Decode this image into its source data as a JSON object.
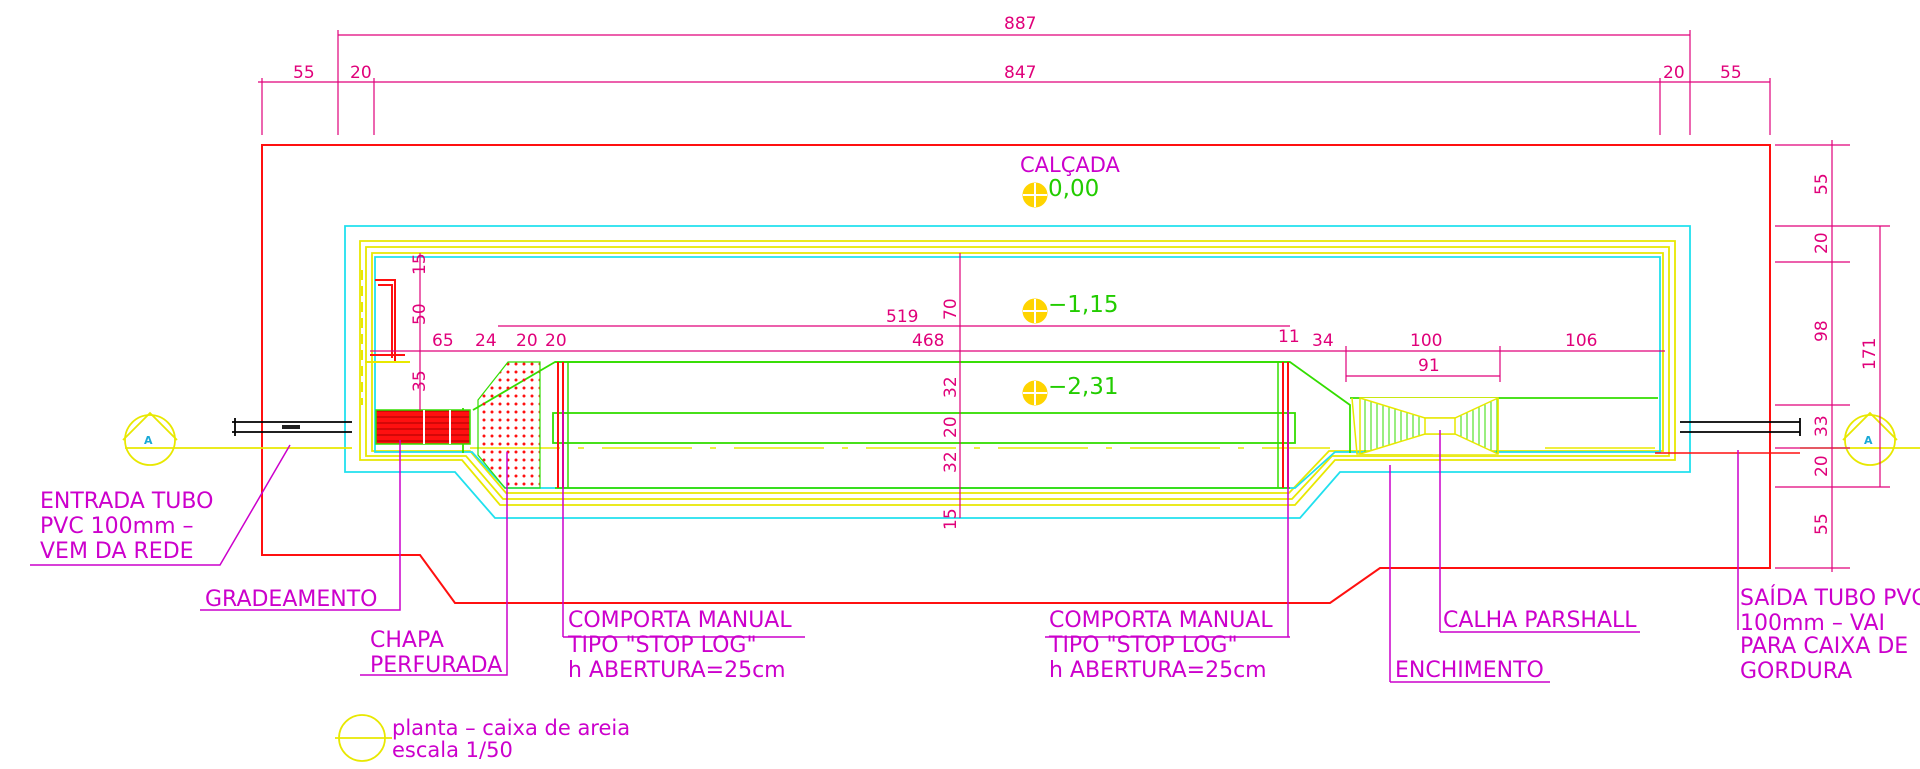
{
  "colors": {
    "outline": "#ff1010",
    "walls": "#e8e800",
    "inner_wall": "#20e0ee",
    "channel": "#33dd00",
    "dimensions": "#e0007a",
    "labels": "#cc00cc",
    "levels": "#22cc00",
    "section_marker": "#e8e800"
  },
  "dimensions": {
    "total": "887",
    "left_margin": "55",
    "left_wall": "20",
    "inner": "847",
    "right_wall": "20",
    "right_margin": "55",
    "d519": "519",
    "d468": "468",
    "d65": "65",
    "d24": "24",
    "d20a": "20",
    "d20b": "20",
    "d11": "11",
    "d34": "34",
    "d100": "100",
    "d106": "106",
    "d91": "91",
    "v15_top": "15",
    "v50": "50",
    "v35": "35",
    "v70": "70",
    "v32a": "32",
    "v20": "20",
    "v32b": "32",
    "v15_bottom": "15",
    "r55a": "55",
    "r20a": "20",
    "r98": "98",
    "r171": "171",
    "r33": "33",
    "r20b": "20",
    "r55b": "55"
  },
  "levels": {
    "sidewalk_name": "CALÇADA",
    "sidewalk_level": "0,00",
    "level_mid": "−1,15",
    "level_bottom": "−2,31"
  },
  "section_marker_label": "A",
  "labels": {
    "inlet": [
      "ENTRADA TUBO",
      "PVC 100mm –",
      "VEM DA REDE"
    ],
    "screening": "GRADEAMENTO",
    "perforated_plate": [
      "CHAPA",
      "PERFURADA"
    ],
    "gate_left": [
      "COMPORTA MANUAL",
      "TIPO \"STOP LOG\"",
      "h ABERTURA=25cm"
    ],
    "gate_right": [
      "COMPORTA MANUAL",
      "TIPO \"STOP LOG\"",
      "h ABERTURA=25cm"
    ],
    "parshall": "CALHA PARSHALL",
    "fill": "ENCHIMENTO",
    "outlet": [
      "SAÍDA TUBO PVC",
      "100mm – VAI",
      "PARA CAIXA DE",
      "GORDURA"
    ]
  },
  "caption": {
    "title": "planta – caixa de areia",
    "scale": "escala 1/50"
  }
}
